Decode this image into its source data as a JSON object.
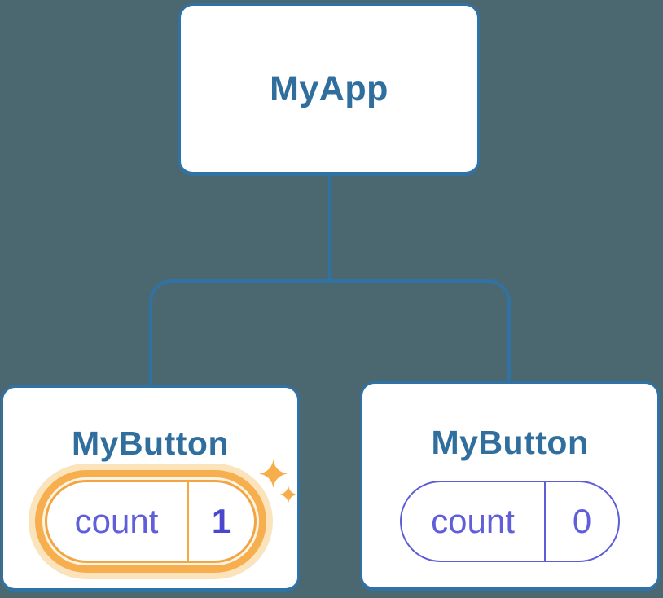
{
  "diagram": {
    "background_color": "#4B6871",
    "line_color": "#3172A4",
    "box_fill": "#FFFFFF",
    "title_color": "#2F6E9D",
    "state_purple": "#5E5CD7",
    "state_value_highlight_purple": "#4B46CE",
    "highlight_orange": "#F6AE4E",
    "highlight_orange_pale": "#FBE3BC",
    "sparkle_color": "#F6AD4A",
    "tree": {
      "root": {
        "title": "MyApp"
      },
      "children": [
        {
          "title": "MyButton",
          "state": {
            "key": "count",
            "value": "1"
          },
          "highlighted": true,
          "sparkle_count": 2
        },
        {
          "title": "MyButton",
          "state": {
            "key": "count",
            "value": "0"
          },
          "highlighted": false
        }
      ]
    }
  }
}
